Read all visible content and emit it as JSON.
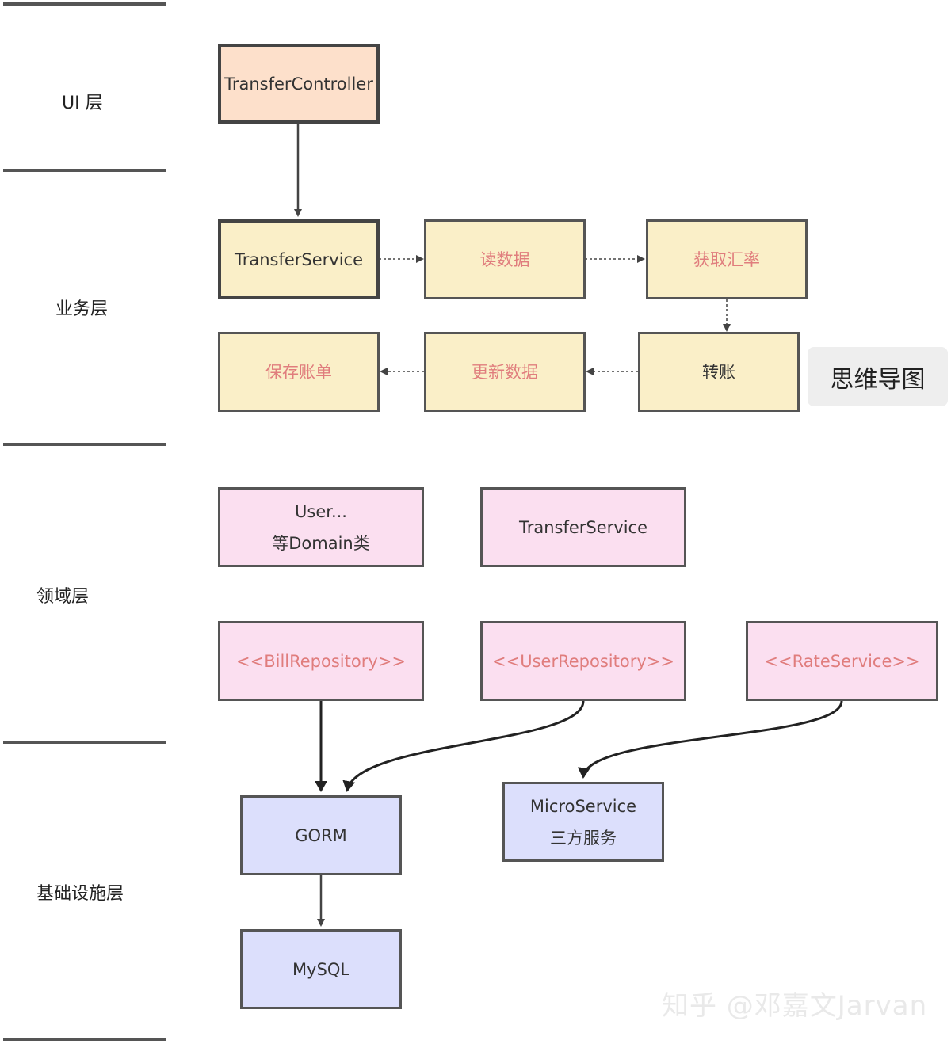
{
  "layers": {
    "ui": "UI 层",
    "business": "业务层",
    "domain": "领域层",
    "infrastructure": "基础设施层"
  },
  "nodes": {
    "transfer_controller": "TransferController",
    "transfer_service_biz": "TransferService",
    "read_data": "读数据",
    "get_rate": "获取汇率",
    "save_bill": "保存账单",
    "update_data": "更新数据",
    "transfer": "转账",
    "user_domain_line1": "User...",
    "user_domain_line2": "等Domain类",
    "transfer_service_domain": "TransferService",
    "bill_repository": "<<BillRepository>>",
    "user_repository": "<<UserRepository>>",
    "rate_service": "<<RateService>>",
    "gorm": "GORM",
    "microservice_line1": "MicroService",
    "microservice_line2": "三方服务",
    "mysql": "MySQL"
  },
  "mindmap_button": "思维导图",
  "watermark": "知乎 @邓嘉文Jarvan",
  "colors": {
    "controller_fill": "#fde0cb",
    "business_fill": "#faefc8",
    "domain_fill": "#fbdff0",
    "infra_fill": "#dcdffc",
    "highlight_text": "#e07d7d",
    "border": "#555555"
  }
}
